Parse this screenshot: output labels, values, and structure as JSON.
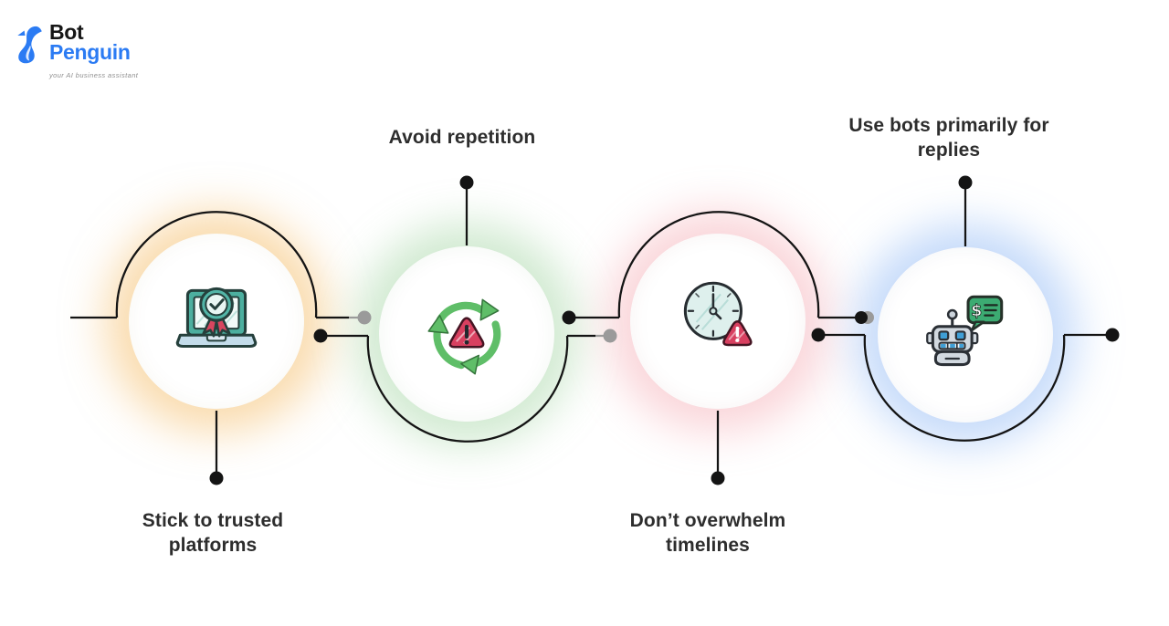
{
  "logo": {
    "brand_first": "Bot",
    "brand_second": "Penguin",
    "tagline": "your AI business assistant",
    "brand_blue": "#2b7bf3",
    "brand_dark": "#161616",
    "tagline_gray": "#8f8f8f"
  },
  "diagram": {
    "line_color": "#141414",
    "gray_dot_color": "#9a9a9a",
    "label_color": "#2d2d2d",
    "steps": [
      {
        "id": "trusted-platforms",
        "label": "Stick to trusted platforms",
        "label_position": "below",
        "icon": "laptop-certificate-icon",
        "glow_color": "#f5b95f"
      },
      {
        "id": "avoid-repetition",
        "label": "Avoid repetition",
        "label_position": "above",
        "icon": "recycle-warning-icon",
        "glow_color": "#8cca8c"
      },
      {
        "id": "dont-overwhelm-timelines",
        "label": "Don’t overwhelm timelines",
        "label_position": "below",
        "icon": "clock-warning-icon",
        "glow_color": "#f29ea8"
      },
      {
        "id": "bots-primarily-for-replies",
        "label": "Use bots primarily for replies",
        "label_position": "above",
        "icon": "robot-chat-icon",
        "glow_color": "#98bef5",
        "bubble_symbol": "$"
      }
    ]
  }
}
